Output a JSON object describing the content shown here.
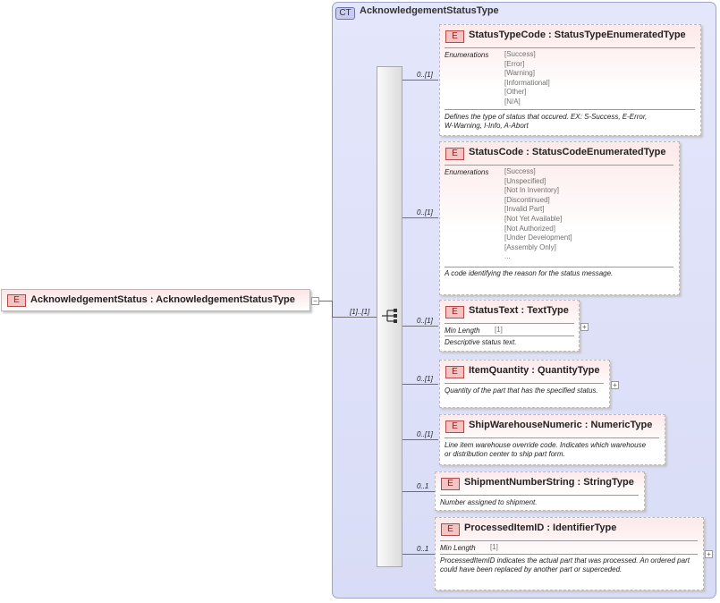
{
  "complex_type": {
    "badge": "CT",
    "name": "AcknowledgementStatusType"
  },
  "root": {
    "badge": "E",
    "title": "AcknowledgementStatus : AcknowledgementStatusType",
    "collapse": "−",
    "occurrence": "[1]..[1]"
  },
  "elements": [
    {
      "badge": "E",
      "title": "StatusTypeCode : StatusTypeEnumeratedType",
      "occurrence": "0..[1]",
      "facet_label": "Enumerations",
      "enum_text": "[Success]\n[Error]\n[Warning]\n[Informational]\n[Other]\n[N/A]",
      "doc": "Defines the type of status that occured. EX: S-Success, E-Error, W-Warning, I-Info, A-Abort"
    },
    {
      "badge": "E",
      "title": "StatusCode : StatusCodeEnumeratedType",
      "occurrence": "0..[1]",
      "facet_label": "Enumerations",
      "enum_text": "[Success]\n[Unspecified]\n[Not In Inventory]\n[Discontinued]\n[Invalid Part]\n[Not Yet Available]\n[Not Authorized]\n[Under Development]\n[Assembly Only]\n...",
      "doc": "A code identifying the reason for the status message."
    },
    {
      "badge": "E",
      "title": "StatusText : TextType",
      "occurrence": "0..[1]",
      "facet_label": "Min Length",
      "facet_value": "[1]",
      "doc": "Descriptive status text.",
      "expand": "+"
    },
    {
      "badge": "E",
      "title": "ItemQuantity : QuantityType",
      "occurrence": "0..[1]",
      "doc": "Quantity of the part that has the specified status.",
      "expand": "+"
    },
    {
      "badge": "E",
      "title": "ShipWarehouseNumeric : NumericType",
      "occurrence": "0..[1]",
      "doc": "Line item warehouse override code. Indicates which warehouse or distribution center to ship part form."
    },
    {
      "badge": "E",
      "title": "ShipmentNumberString : StringType",
      "occurrence": "0..1",
      "doc": "Number assigned to shipment."
    },
    {
      "badge": "E",
      "title": "ProcessedItemID : IdentifierType",
      "occurrence": "0..1",
      "facet_label": "Min Length",
      "facet_value": "[1]",
      "doc": "ProcessedItemID indicates the actual part that was processed. An ordered part could have been replaced by another part or superceded.",
      "expand": "+"
    }
  ],
  "sequence_icon": "sequence-compositor-icon"
}
